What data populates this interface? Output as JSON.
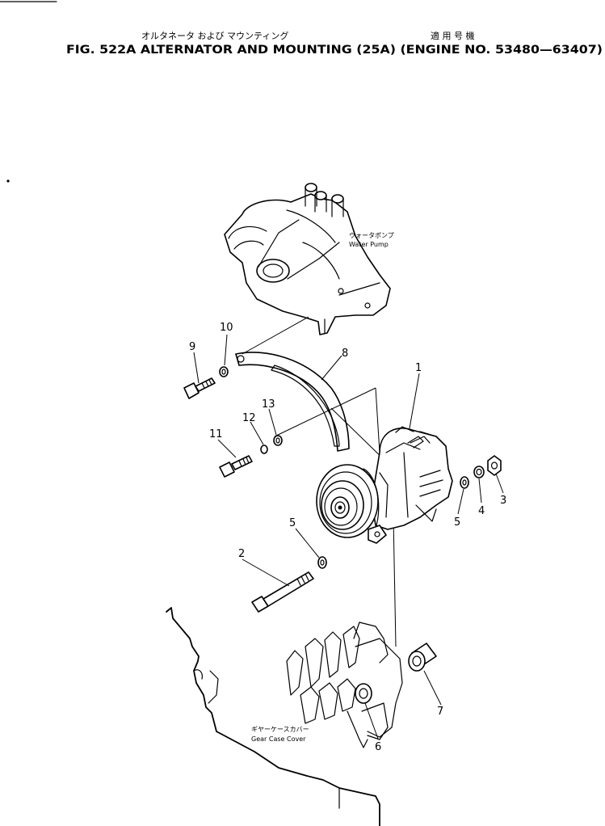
{
  "header": {
    "title_jp": "オルタネータ および マウンティング",
    "applicable_jp": "適 用 号 機",
    "title": "FIG. 522A ALTERNATOR AND MOUNTING (25A) (ENGINE NO. 53480—63407)"
  },
  "labels": {
    "water_pump_jp": "ウォータポンプ",
    "water_pump": "Water Pump",
    "gear_case_jp": "ギヤーケースカバー",
    "gear_case": "Gear Case Cover"
  },
  "callouts": {
    "c1": "1",
    "c2": "2",
    "c3": "3",
    "c4": "4",
    "c5a": "5",
    "c5b": "5",
    "c6": "6",
    "c7": "7",
    "c8": "8",
    "c9": "9",
    "c10": "10",
    "c11": "11",
    "c12": "12",
    "c13": "13"
  }
}
